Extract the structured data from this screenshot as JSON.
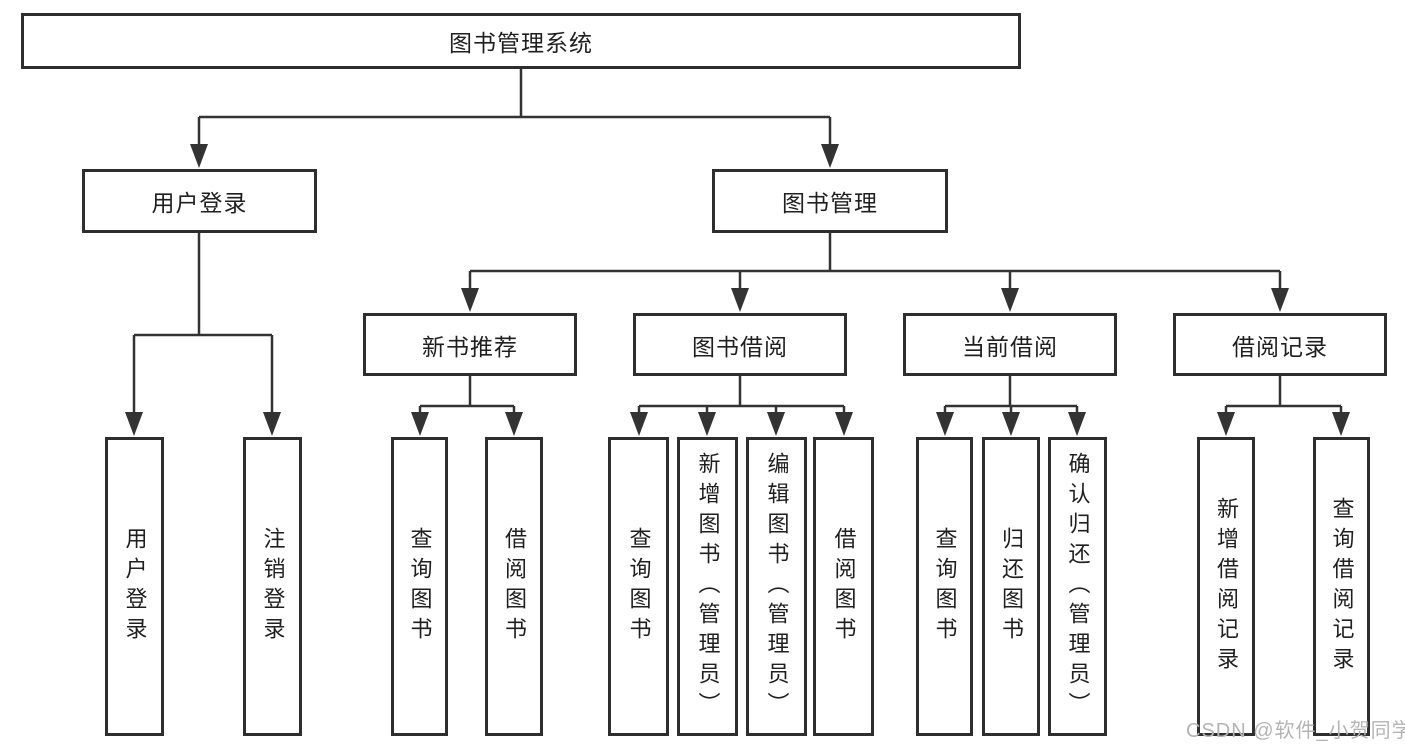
{
  "diagram": {
    "title": "图书管理系统",
    "tree": {
      "root": "图书管理系统",
      "children": [
        {
          "label": "用户登录",
          "children": [
            {
              "label": "用户登录"
            },
            {
              "label": "注销登录"
            }
          ]
        },
        {
          "label": "图书管理",
          "children": [
            {
              "label": "新书推荐",
              "children": [
                {
                  "label": "查询图书"
                },
                {
                  "label": "借阅图书"
                }
              ]
            },
            {
              "label": "图书借阅",
              "children": [
                {
                  "label": "查询图书"
                },
                {
                  "label": "新增图书（管理员）"
                },
                {
                  "label": "编辑图书（管理员）"
                },
                {
                  "label": "借阅图书"
                }
              ]
            },
            {
              "label": "当前借阅",
              "children": [
                {
                  "label": "查询图书"
                },
                {
                  "label": "归还图书"
                },
                {
                  "label": "确认归还（管理员）"
                }
              ]
            },
            {
              "label": "借阅记录",
              "children": [
                {
                  "label": "新增借阅记录"
                },
                {
                  "label": "查询借阅记录"
                }
              ]
            }
          ]
        }
      ]
    },
    "colors": {
      "line": "#333333",
      "box_border": "#2e2e2e",
      "text": "#1f1f1f",
      "background": "#ffffff",
      "watermark": "#b4b4b4"
    }
  },
  "watermark": {
    "text": "CSDN @软件_小贺同学"
  }
}
